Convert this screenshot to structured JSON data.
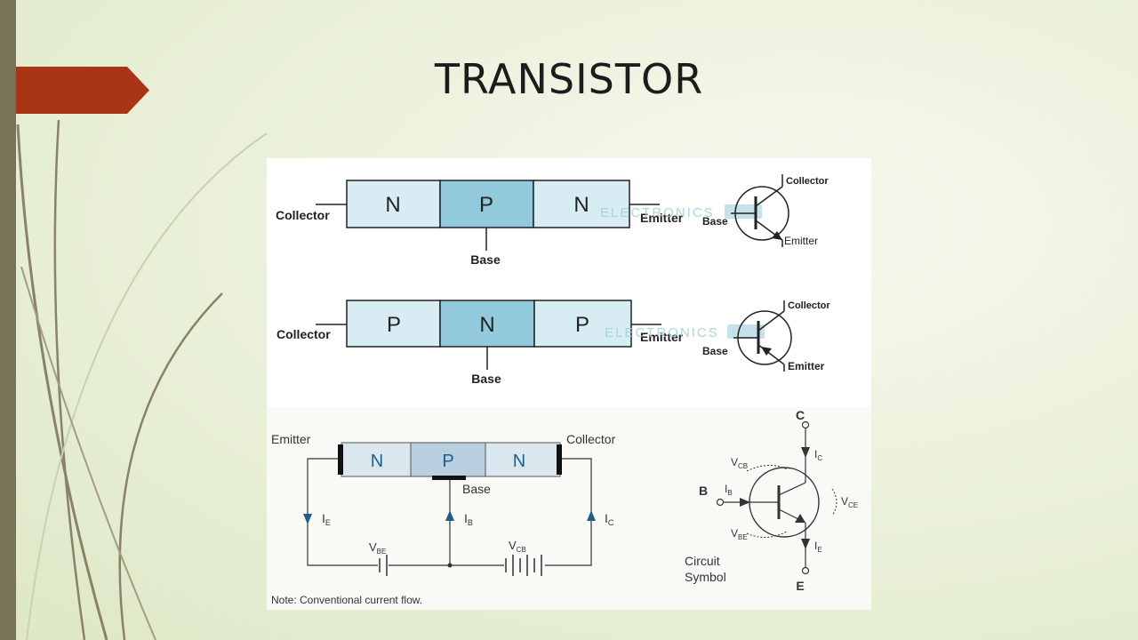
{
  "slide": {
    "title": "TRANSISTOR",
    "accent_color": "#a93416",
    "sidebar_color": "#7a7256"
  },
  "npn_diagram": {
    "regions": [
      "N",
      "P",
      "N"
    ],
    "collector_label": "Collector",
    "emitter_label": "Emitter",
    "base_label": "Base",
    "watermark": "ELECTRONICS",
    "symbol": {
      "collector": "Collector",
      "base": "Base",
      "emitter": "Emitter"
    }
  },
  "pnp_diagram": {
    "regions": [
      "P",
      "N",
      "P"
    ],
    "collector_label": "Collector",
    "emitter_label": "Emitter",
    "base_label": "Base",
    "watermark": "ELECTRONICS",
    "symbol": {
      "collector": "Collector",
      "base": "Base",
      "emitter": "Emitter"
    }
  },
  "circuit_diagram": {
    "regions": [
      "N",
      "P",
      "N"
    ],
    "emitter_label": "Emitter",
    "collector_label": "Collector",
    "base_label": "Base",
    "ie": "I",
    "ie_sub": "E",
    "ib": "I",
    "ib_sub": "B",
    "ic": "I",
    "ic_sub": "C",
    "vbe": "V",
    "vbe_sub": "BE",
    "vcb": "V",
    "vcb_sub": "CB",
    "note": "Note: Conventional current flow."
  },
  "circuit_symbol": {
    "c": "C",
    "b": "B",
    "e": "E",
    "ic": "I",
    "ic_sub": "C",
    "ib": "I",
    "ib_sub": "B",
    "ie": "I",
    "ie_sub": "E",
    "vcb": "V",
    "vcb_sub": "CB",
    "vbe": "V",
    "vbe_sub": "BE",
    "vce": "V",
    "vce_sub": "CE",
    "caption_line1": "Circuit",
    "caption_line2": "Symbol"
  }
}
